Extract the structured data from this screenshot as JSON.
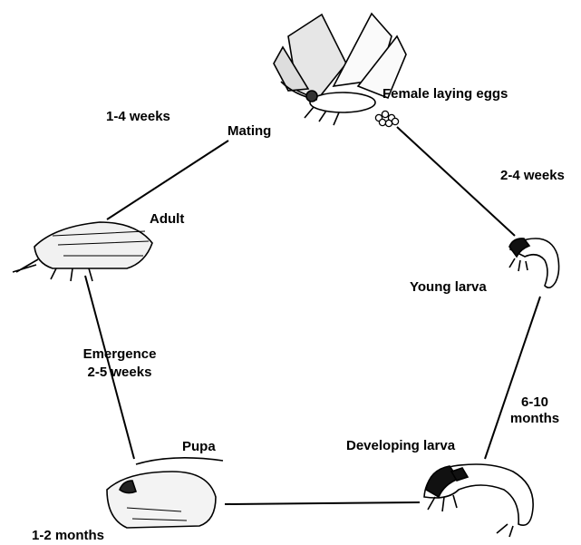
{
  "stages": {
    "mating": "Mating",
    "female_laying_eggs": "Female laying eggs",
    "young_larva": "Young larva",
    "developing_larva": "Developing larva",
    "pupa": "Pupa",
    "adult": "Adult",
    "emergence": "Emergence"
  },
  "durations": {
    "adult_to_mating": "1-4 weeks",
    "eggs_to_young_larva": "2-4 weeks",
    "young_to_developing_larva": "6-10",
    "young_to_developing_larva_unit": "months",
    "pupa": "1-2 months",
    "emergence": "2-5 weeks"
  },
  "icons": [
    "moth-icon",
    "egg-cluster-icon",
    "young-larva-icon",
    "developing-larva-icon",
    "pupa-icon",
    "adult-caddisfly-icon"
  ],
  "colors": {
    "ink": "#000000",
    "background": "#ffffff"
  }
}
